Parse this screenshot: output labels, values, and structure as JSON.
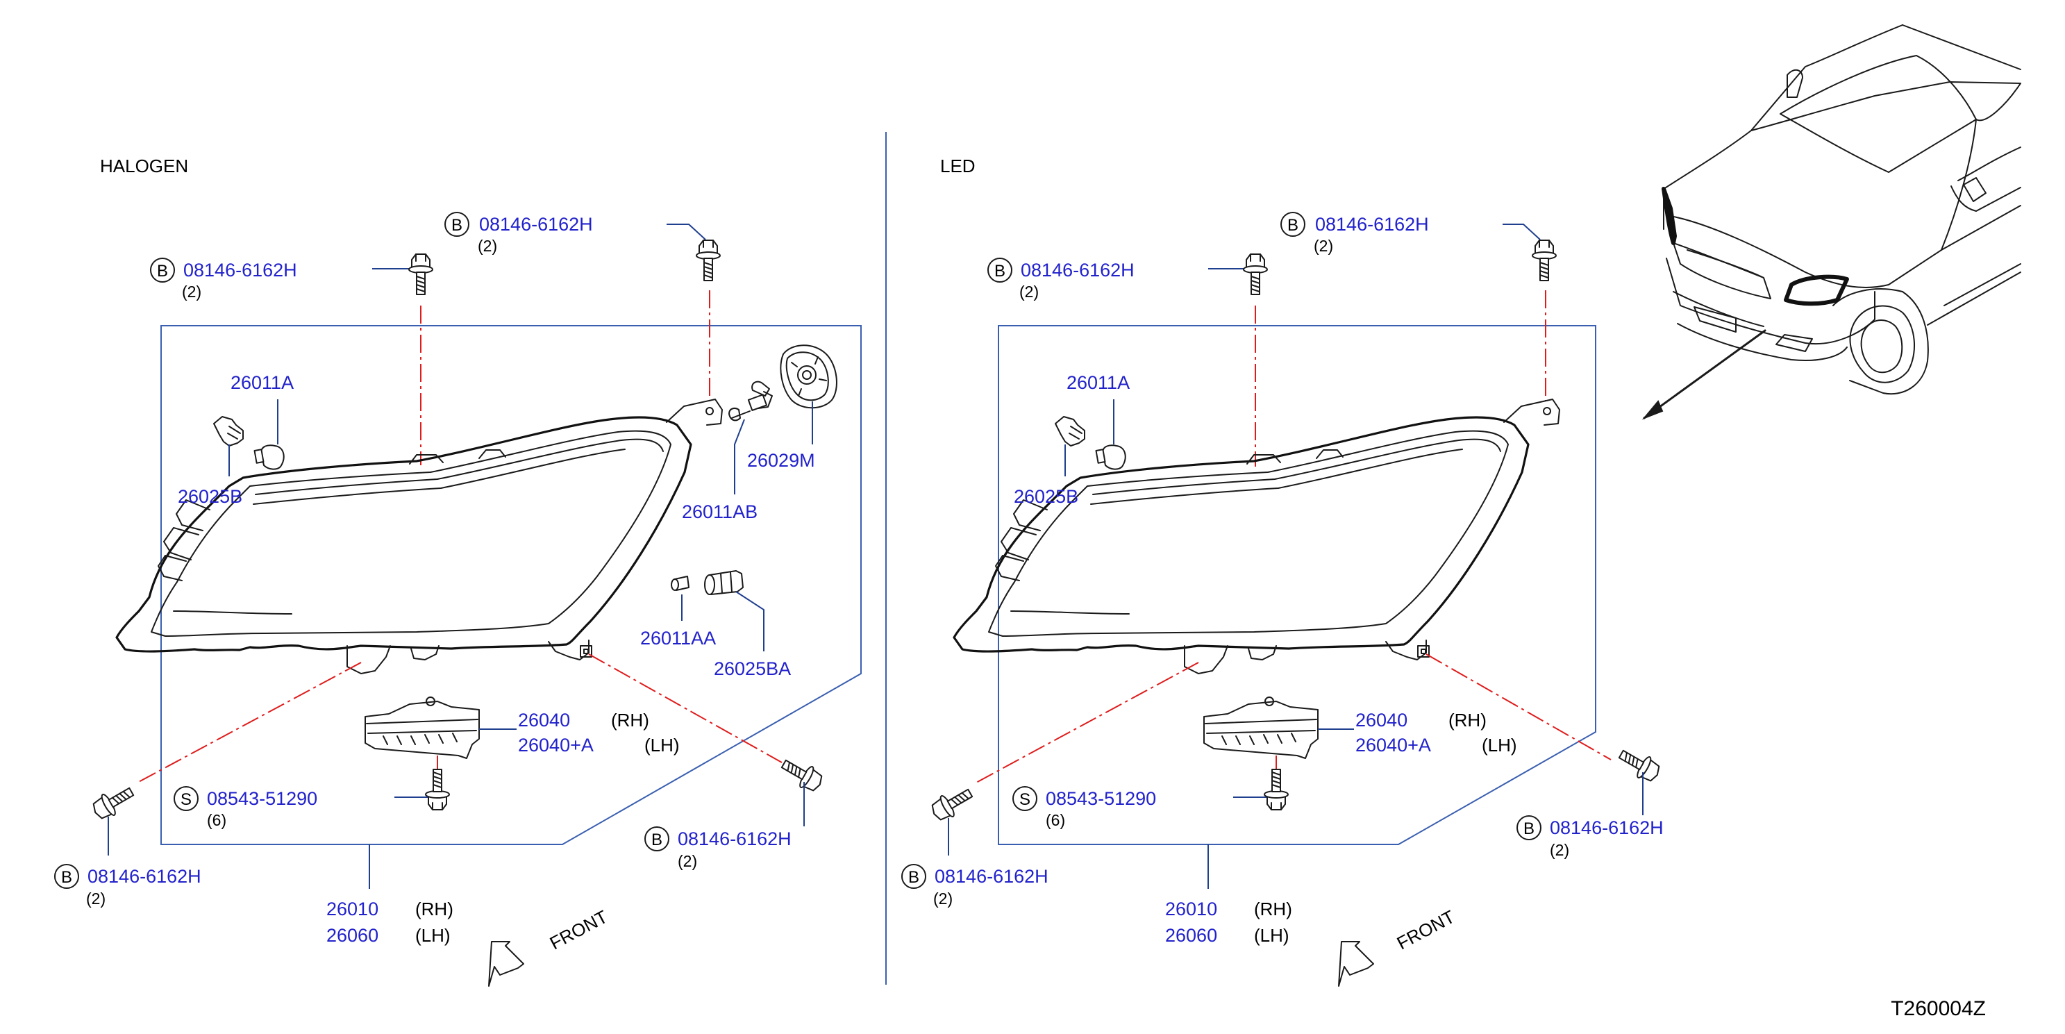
{
  "diagram_code": "T260004Z",
  "colors": {
    "part_number": "#2222cc",
    "text": "#000000",
    "leader": "#1f3f8f",
    "frame": "#3a5fb0",
    "centerline": "#e01b1b"
  },
  "panels": [
    {
      "title": "HALOGEN",
      "bolt_top_left": {
        "symbol": "B",
        "part": "08146-6162H",
        "qty": "(2)"
      },
      "bolt_top_right": {
        "symbol": "B",
        "part": "08146-6162H",
        "qty": "(2)"
      },
      "bulb_parts": [
        "26011A",
        "26025B",
        "26029M",
        "26011AB",
        "26011AA",
        "26025BA"
      ],
      "bracket": {
        "rh": "26040",
        "rh_side": "(RH)",
        "lh": "26040+A",
        "lh_side": "(LH)"
      },
      "screw": {
        "symbol": "S",
        "part": "08543-51290",
        "qty": "(6)"
      },
      "bolt_bottom_left": {
        "symbol": "B",
        "part": "08146-6162H",
        "qty": "(2)"
      },
      "bolt_bottom_right": {
        "symbol": "B",
        "part": "08146-6162H",
        "qty": "(2)"
      },
      "assembly": {
        "rh": "26010",
        "rh_side": "(RH)",
        "lh": "26060",
        "lh_side": "(LH)"
      },
      "front_label": "FRONT"
    },
    {
      "title": "LED",
      "bolt_top_left": {
        "symbol": "B",
        "part": "08146-6162H",
        "qty": "(2)"
      },
      "bolt_top_right": {
        "symbol": "B",
        "part": "08146-6162H",
        "qty": "(2)"
      },
      "bulb_parts": [
        "26011A",
        "26025B"
      ],
      "bracket": {
        "rh": "26040",
        "rh_side": "(RH)",
        "lh": "26040+A",
        "lh_side": "(LH)"
      },
      "screw": {
        "symbol": "S",
        "part": "08543-51290",
        "qty": "(6)"
      },
      "bolt_bottom_left": {
        "symbol": "B",
        "part": "08146-6162H",
        "qty": "(2)"
      },
      "bolt_bottom_right": {
        "symbol": "B",
        "part": "08146-6162H",
        "qty": "(2)"
      },
      "assembly": {
        "rh": "26010",
        "rh_side": "(RH)",
        "lh": "26060",
        "lh_side": "(LH)"
      },
      "front_label": "FRONT"
    }
  ],
  "icons": [
    "headlamp-assembly-icon",
    "hex-bolt-icon",
    "bulb-icon",
    "bulb-socket-icon",
    "dust-cap-icon",
    "bracket-icon",
    "front-arrow-icon",
    "vehicle-front-icon"
  ]
}
